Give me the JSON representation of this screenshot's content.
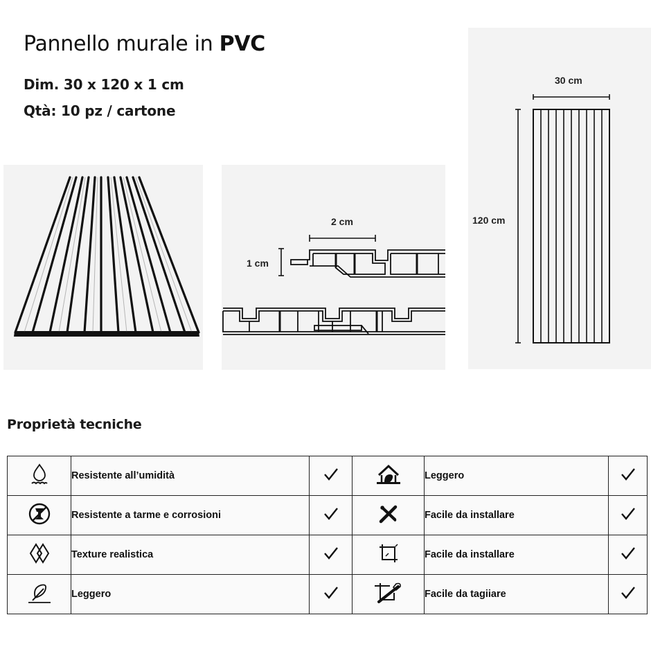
{
  "header": {
    "title_regular": "Pannello murale in ",
    "title_bold": "PVC",
    "dimensions": "Dim. 30 x 120 x 1 cm",
    "quantity": "Qtà: 10 pz / cartone"
  },
  "images": {
    "perspective_panel": {
      "description": "panel-perspective-view",
      "slat_count": 11
    },
    "cross_section": {
      "width_label": "2 cm",
      "thickness_label": "1 cm"
    },
    "front_view": {
      "width_label": "30 cm",
      "height_label": "120 cm",
      "strip_count": 10
    }
  },
  "properties": {
    "title": "Proprietà tecniche",
    "rows": [
      {
        "left": {
          "icon": "water-drop-icon",
          "label": "Resistente all’umidità",
          "checked": "✓"
        },
        "right": {
          "icon": "house-icon",
          "label": "Leggero",
          "checked": "✓"
        }
      },
      {
        "left": {
          "icon": "no-pest-icon",
          "label": "Resistente a tarme e corrosioni",
          "checked": "✓"
        },
        "right": {
          "icon": "tools-icon",
          "label": "Facile da installare",
          "checked": "✓"
        }
      },
      {
        "left": {
          "icon": "diamond-texture-icon",
          "label": "Texture realistica",
          "checked": "✓"
        },
        "right": {
          "icon": "crop-icon",
          "label": "Facile da installare",
          "checked": "✓"
        }
      },
      {
        "left": {
          "icon": "feather-icon",
          "label": "Leggero",
          "checked": "✓"
        },
        "right": {
          "icon": "crop-cut-icon",
          "label": "Facile da tagiiare",
          "checked": "✓"
        }
      }
    ]
  }
}
